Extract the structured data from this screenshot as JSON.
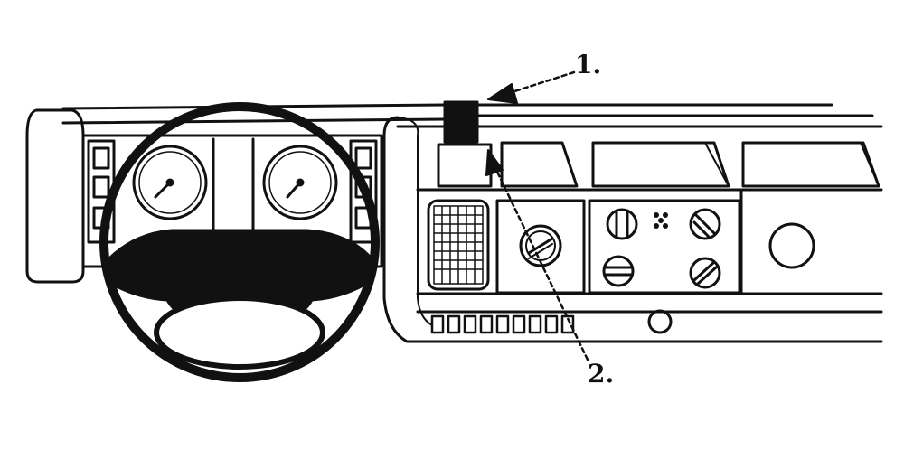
{
  "callouts": [
    {
      "id": "1",
      "text": "1."
    },
    {
      "id": "2",
      "text": "2."
    }
  ],
  "colors": {
    "line": "#111111",
    "background": "#ffffff",
    "fill_dark": "#111111"
  },
  "icons": [
    "steering-wheel-icon",
    "gauge-icon",
    "vent-grille-icon",
    "rotary-knob-icon",
    "arrow-pointer-icon"
  ]
}
